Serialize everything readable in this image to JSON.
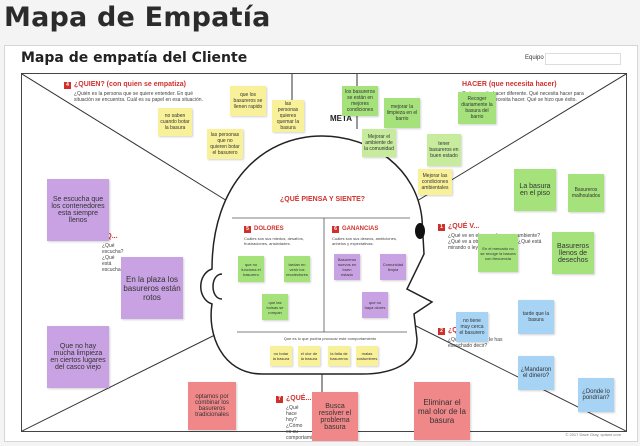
{
  "page": {
    "title": "Mapa de Empatía"
  },
  "board": {
    "title": "Mapa de empatía del Cliente",
    "team_label": "Equipo",
    "meta_label": "META",
    "footer": "© 2017 Dave Gray, xplane.com"
  },
  "sections": {
    "quien": {
      "title": "¿QUIEN? (con quien se empatiza)",
      "sub": "¿Quién es la persona que se quiere entender. En qué situación se encuentra. Cuál es su papel en esa situación."
    },
    "hacer": {
      "title": "HACER (que necesita hacer)",
      "sub": "Qué necesita hacer diferente. Qué necesita hacer para hacerlo. Qué necesita hacer. Qué se hizo que éxito."
    },
    "piensa": {
      "title": "¿QUÉ PIENSA Y SIENTE?"
    },
    "dolores": {
      "title": "DOLORES",
      "sub": "Cuáles son sus miedos, desafíos, frustraciones, ansiedades."
    },
    "ganancias": {
      "title": "GANANCIAS",
      "sub": "Cuáles son sus deseos, ambiciones, anhelos y expectativas."
    },
    "podria": {
      "text": "Que es lo que podría provocar este comportamiento"
    },
    "ve": {
      "title": "¿QUÉ V...",
      "sub": "¿Qué ve en el mercado, en su ambiente? ¿Qué ve a otros decir y hacer? ¿Qué está mirando o leyendo?"
    },
    "oye": {
      "title": "¿Q...",
      "sub": "¿Qué escucha? ¿Qué está escuchando?"
    },
    "dice": {
      "title": "¿Q...",
      "sub": "¿Qué dice? ¿Qué le has escuchado decir?"
    },
    "hace": {
      "title": "¿QUÉ...",
      "sub": "¿Qué hace hoy? ¿Cómo es su comportamiento?"
    }
  },
  "notes": {
    "quien_y1": "no saben cuando botar la basura",
    "quien_y2": "que los basureros se llenen rapido",
    "quien_y3": "las personas que no quieren botar el basurero",
    "quien_y4": "las personas quieres quemar la basura",
    "meta_g1": "los basureros se están en mejores condiciones",
    "meta_g2": "mejorar la limpieza en el barrio",
    "meta_g3": "Mejorar el ambiente de la comunidad",
    "hacer_g1": "tener basureros en buen estado",
    "hacer_g2": "Recoger diariamente la basura del barrio",
    "hacer_y1": "Mejorar las condiciones ambientales",
    "oye_p1": "Se escucha que los contenedores esta siempre llenos",
    "oye_p2": "En la plaza los basureros están rotos",
    "oye_p3": "Que no hay mucha limpieza en ciertos lugares del casco viejo",
    "dol_g1": "que no funciona el basurero",
    "dol_g2": "tardan en venir los recolectores",
    "dol_g3": "que las bolsas se rompan",
    "gan_p1": "Basureros nuevos en buen estado",
    "gan_p2": "Comunidad limpia",
    "gan_p3": "que no haya olores",
    "pod_y1": "no botar la basura",
    "pod_y2": "el olor de la basura",
    "pod_y3": "la falta de basureros",
    "pod_y4": "malas costumbres",
    "ve_g1": "La basura en el piso",
    "ve_g2": "Basureros malhoulados",
    "ve_g3": "Basureros llenos de desechos",
    "ve_g4": "En el mercado no se recoge la basura con frecuencia",
    "dice_b1": "no tiene muy cerca el basurero",
    "dice_b2": "tarde que la basura",
    "dice_b3": "¿Mandaron el dinero?",
    "dice_b4": "¿Donde lo pondrían?",
    "hace_r1": "optamos por combinar los basureros tradicionales",
    "hace_r2": "Busca resolver el problema basura",
    "hace_r3": "Eliminar el mal olor de la basura"
  },
  "colors": {
    "accent_red": "#d0302c",
    "yellow": "#f8f19a",
    "green": "#a6e27c",
    "purple": "#c8a2e2",
    "blue": "#a7d3f5",
    "pink": "#f0888a"
  }
}
